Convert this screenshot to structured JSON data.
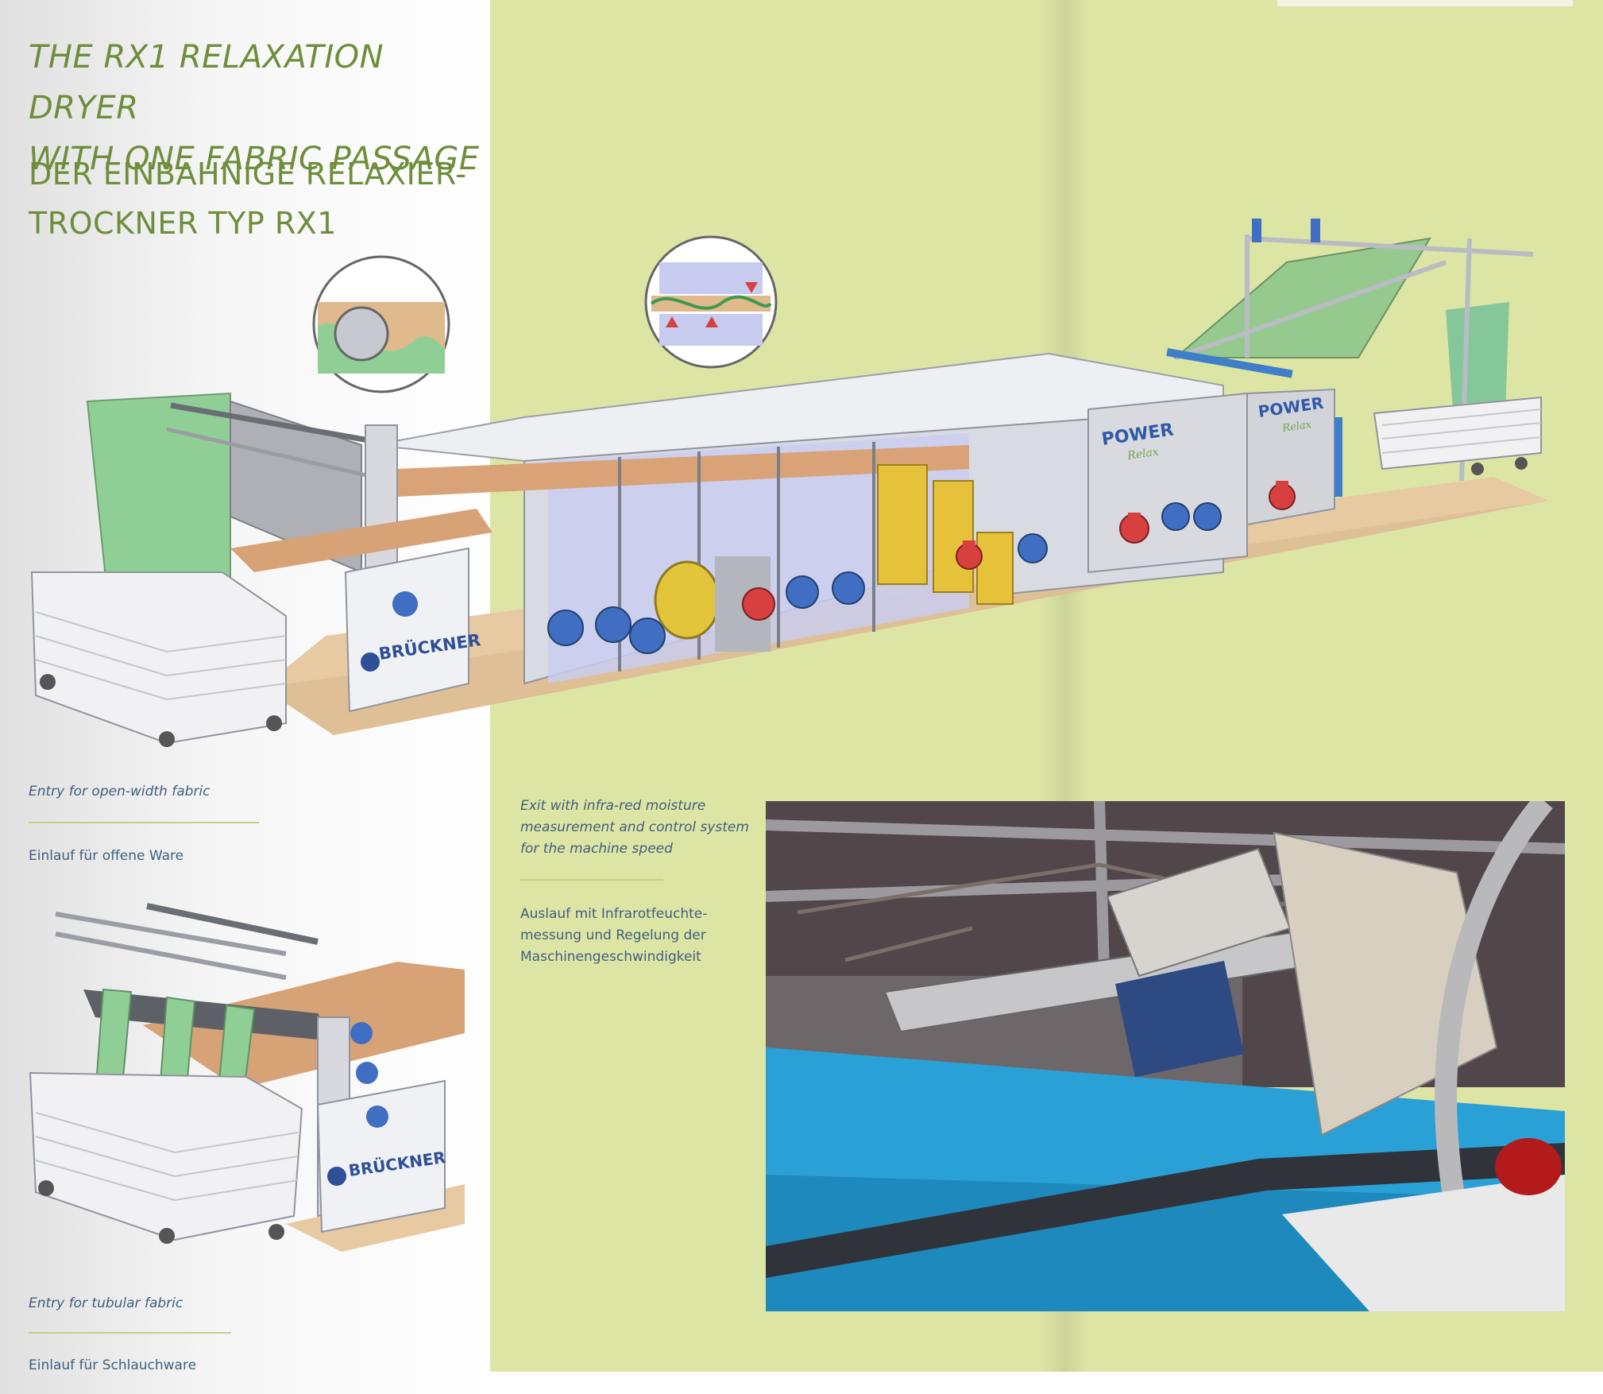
{
  "header": {
    "title_en_line1": "THE RX1 RELAXATION DRYER",
    "title_en_line2": "WITH ONE FABRIC PASSAGE",
    "title_de_line1": "DER EINBAHNIGE RELAXIER-",
    "title_de_line2": "TROCKNER TYP RX1"
  },
  "captions": {
    "entry_open_en": "Entry for open-width fabric",
    "entry_open_de": "Einlauf für offene Ware",
    "exit_en_line1": "Exit with infra-red moisture",
    "exit_en_line2": "measurement and control system",
    "exit_en_line3": "for the machine speed",
    "exit_de_line1": "Auslauf mit Infrarotfeuchte-",
    "exit_de_line2": "messung und Regelung der",
    "exit_de_line3": "Maschinengeschwindigkeit",
    "entry_tubular_en": "Entry for tubular fabric",
    "entry_tubular_de": "Einlauf für Schlauchware"
  },
  "machine": {
    "brand_label": "BRÜCKNER",
    "module_label": "POWER",
    "module_sub": "Relax"
  },
  "colors": {
    "accent_green": "#6e8e3c",
    "page_green": "#dde5a5",
    "caption_blue": "#3f5f80",
    "fabric_green": "#8fcf95",
    "fabric_blue": "#2aa1d6",
    "motor_blue": "#3f6ec2",
    "motor_red": "#d84040",
    "door_yellow": "#e5c23a"
  }
}
